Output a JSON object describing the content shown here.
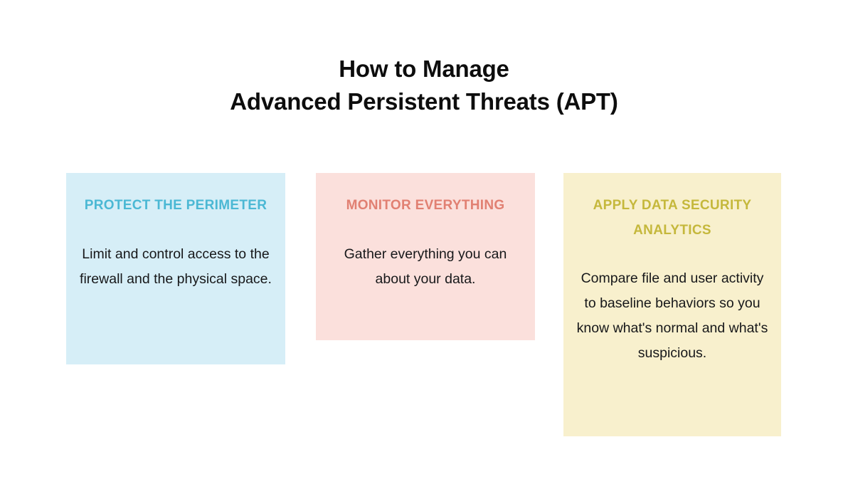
{
  "title": {
    "line1": "How to Manage",
    "line2": "Advanced Persistent Threats (APT)"
  },
  "colors": {
    "page_background": "#ffffff",
    "title_text": "#0d0d0d",
    "body_text": "#17181a",
    "card1_background": "#d6eef7",
    "card1_heading": "#4bb8d4",
    "card2_background": "#fbe0dc",
    "card2_heading": "#e18072",
    "card3_background": "#f8f0cd",
    "card3_heading": "#c5b83c"
  },
  "cards": [
    {
      "heading": "PROTECT THE PERIMETER",
      "body": "Limit and control access to the firewall and the physical space."
    },
    {
      "heading": "MONITOR EVERYTHING",
      "body": "Gather everything you can about your data."
    },
    {
      "heading": "APPLY DATA SECURITY ANALYTICS",
      "body": "Compare file and user activity to baseline behaviors so you know what's normal and what's suspicious."
    }
  ]
}
